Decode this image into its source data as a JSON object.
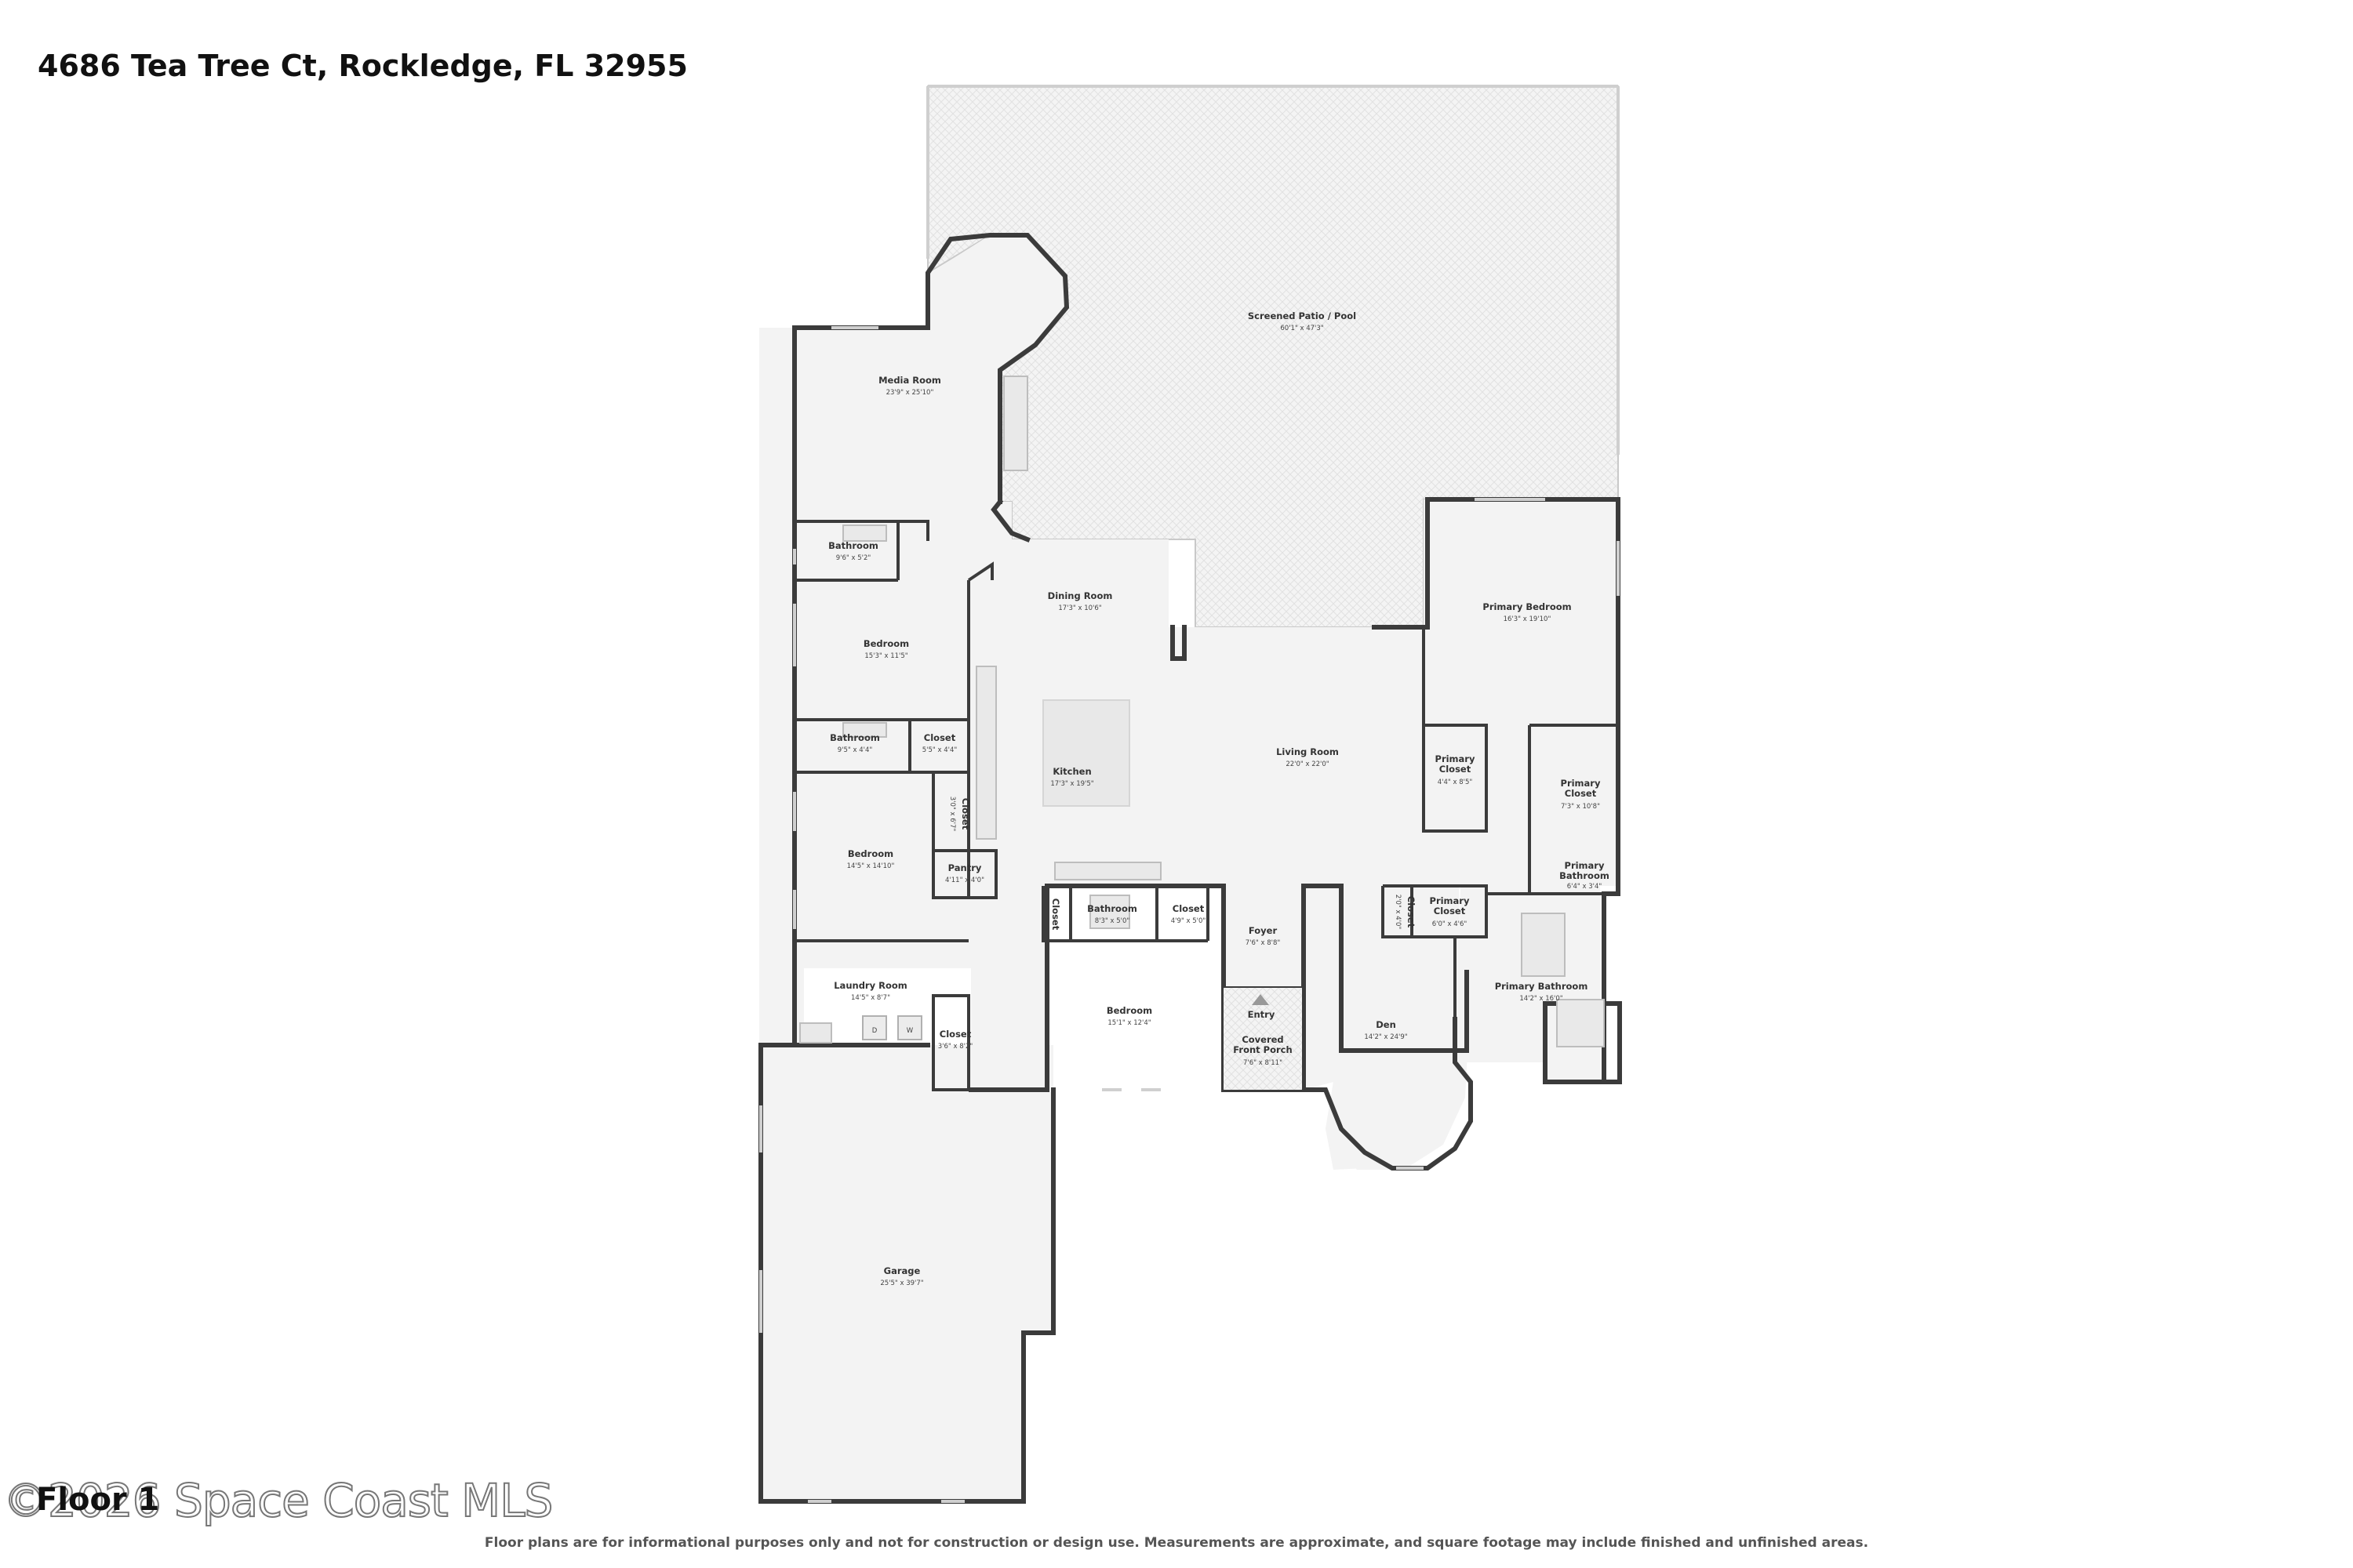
{
  "header": {
    "address": "4686 Tea Tree Ct, Rockledge, FL 32955"
  },
  "floor": {
    "label": "Floor 1"
  },
  "watermark": "©2026 Space Coast MLS",
  "footer": {
    "disclaimer": "Floor plans are for informational purposes only and not for construction or design use. Measurements are approximate, and square footage may include finished and unfinished areas."
  },
  "entry_label": "Entry",
  "rooms": [
    {
      "name": "Screened Patio / Pool",
      "dims": "60'1\" x 47'3\""
    },
    {
      "name": "Media Room",
      "dims": "23'9\" x 25'10\""
    },
    {
      "name": "Bathroom",
      "dims": "9'6\" x 5'2\""
    },
    {
      "name": "Dining Room",
      "dims": "17'3\" x 10'6\""
    },
    {
      "name": "Bedroom",
      "dims": "15'3\" x 11'5\""
    },
    {
      "name": "Bathroom",
      "dims": "9'5\" x 4'4\""
    },
    {
      "name": "Closet",
      "dims": "5'5\" x 4'4\""
    },
    {
      "name": "Kitchen",
      "dims": "17'3\" x 19'5\""
    },
    {
      "name": "Living Room",
      "dims": "22'0\" x 22'0\""
    },
    {
      "name": "Primary Bedroom",
      "dims": "16'3\" x 19'10\""
    },
    {
      "name": "Primary Closet",
      "dims": "4'4\" x 8'5\""
    },
    {
      "name": "Primary Closet",
      "dims": "7'3\" x 10'8\""
    },
    {
      "name": "Closet",
      "dims": "3'0\" x 6'7\""
    },
    {
      "name": "Bedroom",
      "dims": "14'5\" x 14'10\""
    },
    {
      "name": "Pantry",
      "dims": "4'11\" x 4'0\""
    },
    {
      "name": "Primary Bathroom",
      "dims": "6'4\" x 3'4\""
    },
    {
      "name": "Closet",
      "dims": ""
    },
    {
      "name": "Bathroom",
      "dims": "8'3\" x 5'0\""
    },
    {
      "name": "Closet",
      "dims": "4'9\" x 5'0\""
    },
    {
      "name": "Foyer",
      "dims": "7'6\" x 8'8\""
    },
    {
      "name": "Closet",
      "dims": "2'0\" x 4'0\""
    },
    {
      "name": "Primary Closet",
      "dims": "6'0\" x 4'6\""
    },
    {
      "name": "Primary Bathroom",
      "dims": "14'2\" x 16'0\""
    },
    {
      "name": "Laundry Room",
      "dims": "14'5\" x 8'7\""
    },
    {
      "name": "Bedroom",
      "dims": "15'1\" x 12'4\""
    },
    {
      "name": "Covered Front Porch",
      "dims": "7'6\" x 8'11\""
    },
    {
      "name": "Den",
      "dims": "14'2\" x 24'9\""
    },
    {
      "name": "Closet",
      "dims": "3'6\" x 8'2\""
    },
    {
      "name": "Garage",
      "dims": "25'5\" x 39'7\""
    }
  ],
  "appliance_labels": {
    "dryer": "D",
    "washer": "W"
  },
  "colors": {
    "wall": "#3b3b3b",
    "floor": "#f3f3f3",
    "patio_hatch": "#dddddd",
    "text": "#111111"
  }
}
